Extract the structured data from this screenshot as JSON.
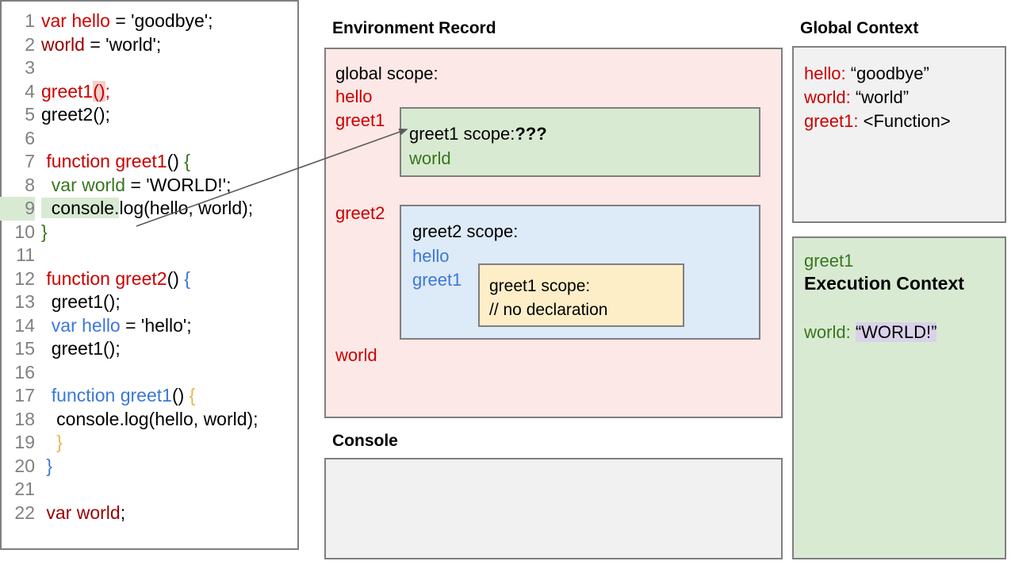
{
  "code_panel": {
    "lines": [
      {
        "n": "1",
        "tokens": [
          {
            "t": "var hello",
            "c": "t-red"
          },
          {
            "t": " = 'goodbye';",
            "c": "t-black"
          }
        ]
      },
      {
        "n": "2",
        "tokens": [
          {
            "t": "world",
            "c": "t-dred"
          },
          {
            "t": " = 'world';",
            "c": "t-black"
          }
        ]
      },
      {
        "n": "3",
        "tokens": []
      },
      {
        "n": "4",
        "tokens": [
          {
            "t": "greet1",
            "c": "t-red"
          },
          {
            "t": "()",
            "c": "t-red hl-pink"
          },
          {
            "t": ";",
            "c": "t-red"
          }
        ]
      },
      {
        "n": "5",
        "tokens": [
          {
            "t": "greet2();",
            "c": "t-black"
          }
        ]
      },
      {
        "n": "6",
        "tokens": []
      },
      {
        "n": "7",
        "tokens": [
          {
            "t": " function greet1",
            "c": "t-red"
          },
          {
            "t": "() ",
            "c": "t-black"
          },
          {
            "t": "{",
            "c": "t-green"
          }
        ]
      },
      {
        "n": "8",
        "tokens": [
          {
            "t": "  var world",
            "c": "t-green"
          },
          {
            "t": " = 'WORLD!';",
            "c": "t-black"
          }
        ]
      },
      {
        "n": "9",
        "hl": true,
        "tokens": [
          {
            "t": "  console.",
            "c": "t-black hl-green"
          },
          {
            "t": "log(hello, world);",
            "c": "t-black"
          }
        ]
      },
      {
        "n": "10",
        "tokens": [
          {
            "t": "}",
            "c": "t-green"
          }
        ]
      },
      {
        "n": "11",
        "tokens": []
      },
      {
        "n": "12",
        "tokens": [
          {
            "t": " function greet2",
            "c": "t-red"
          },
          {
            "t": "() ",
            "c": "t-black"
          },
          {
            "t": "{",
            "c": "t-blue"
          }
        ]
      },
      {
        "n": "13",
        "tokens": [
          {
            "t": "  greet1();",
            "c": "t-black"
          }
        ]
      },
      {
        "n": "14",
        "tokens": [
          {
            "t": "  var hello",
            "c": "t-blue"
          },
          {
            "t": " = 'hello';",
            "c": "t-black"
          }
        ]
      },
      {
        "n": "15",
        "tokens": [
          {
            "t": "  greet1();",
            "c": "t-black"
          }
        ]
      },
      {
        "n": "16",
        "tokens": []
      },
      {
        "n": "17",
        "tokens": [
          {
            "t": "  function greet1",
            "c": "t-blue"
          },
          {
            "t": "() ",
            "c": "t-black"
          },
          {
            "t": "{",
            "c": "t-tan"
          }
        ]
      },
      {
        "n": "18",
        "tokens": [
          {
            "t": "   console.log(hello, world);",
            "c": "t-black"
          }
        ]
      },
      {
        "n": "19",
        "tokens": [
          {
            "t": "   }",
            "c": "t-tan"
          }
        ]
      },
      {
        "n": "20",
        "tokens": [
          {
            "t": " }",
            "c": "t-blue"
          }
        ]
      },
      {
        "n": "21",
        "tokens": []
      },
      {
        "n": "22",
        "tokens": [
          {
            "t": " var world",
            "c": "t-dred"
          },
          {
            "t": ";",
            "c": "t-black"
          }
        ]
      }
    ]
  },
  "environment_record": {
    "title": "Environment Record",
    "global_scope_label": "global scope:",
    "global_bindings": [
      "hello",
      "greet1",
      "greet2",
      "world"
    ],
    "greet1_scope": {
      "header_label": "greet1 scope:",
      "header_value": "???",
      "bindings": [
        "world"
      ]
    },
    "greet2_scope": {
      "header_label": "greet2 scope:",
      "bindings": [
        "hello",
        "greet1"
      ],
      "inner_greet1_scope": {
        "header_label": "greet1 scope:",
        "note": "// no declaration"
      }
    }
  },
  "console": {
    "title": "Console",
    "output": ""
  },
  "global_context": {
    "title": "Global Context",
    "entries": [
      {
        "key": "hello",
        "sep": ": ",
        "value": "“goodbye”"
      },
      {
        "key": "world",
        "sep": ": ",
        "value": "“world”"
      },
      {
        "key": "greet1",
        "sep": ": ",
        "value": "<Function>"
      }
    ]
  },
  "execution_context": {
    "function_name": "greet1",
    "title": "Execution Context",
    "variable_key": "world",
    "variable_sep": ": ",
    "variable_value": "“WORLD!”"
  },
  "colors": {
    "red": "#cc0000",
    "dark_red": "#990000",
    "green": "#38761d",
    "blue": "#3c78d8",
    "tan": "#e8b54d",
    "env_record_bg": "#fce8e6",
    "greet1_scope_bg": "#d9ead3",
    "greet2_scope_bg": "#ddeaf7",
    "inner_scope_bg": "#fdeec8",
    "panel_gray_bg": "#f1f1f1",
    "highlight_pink": "#f7cfcb",
    "highlight_green": "#d9ead3",
    "highlight_lavender": "#d9d2e9",
    "border_gray": "#7f7f7f"
  }
}
